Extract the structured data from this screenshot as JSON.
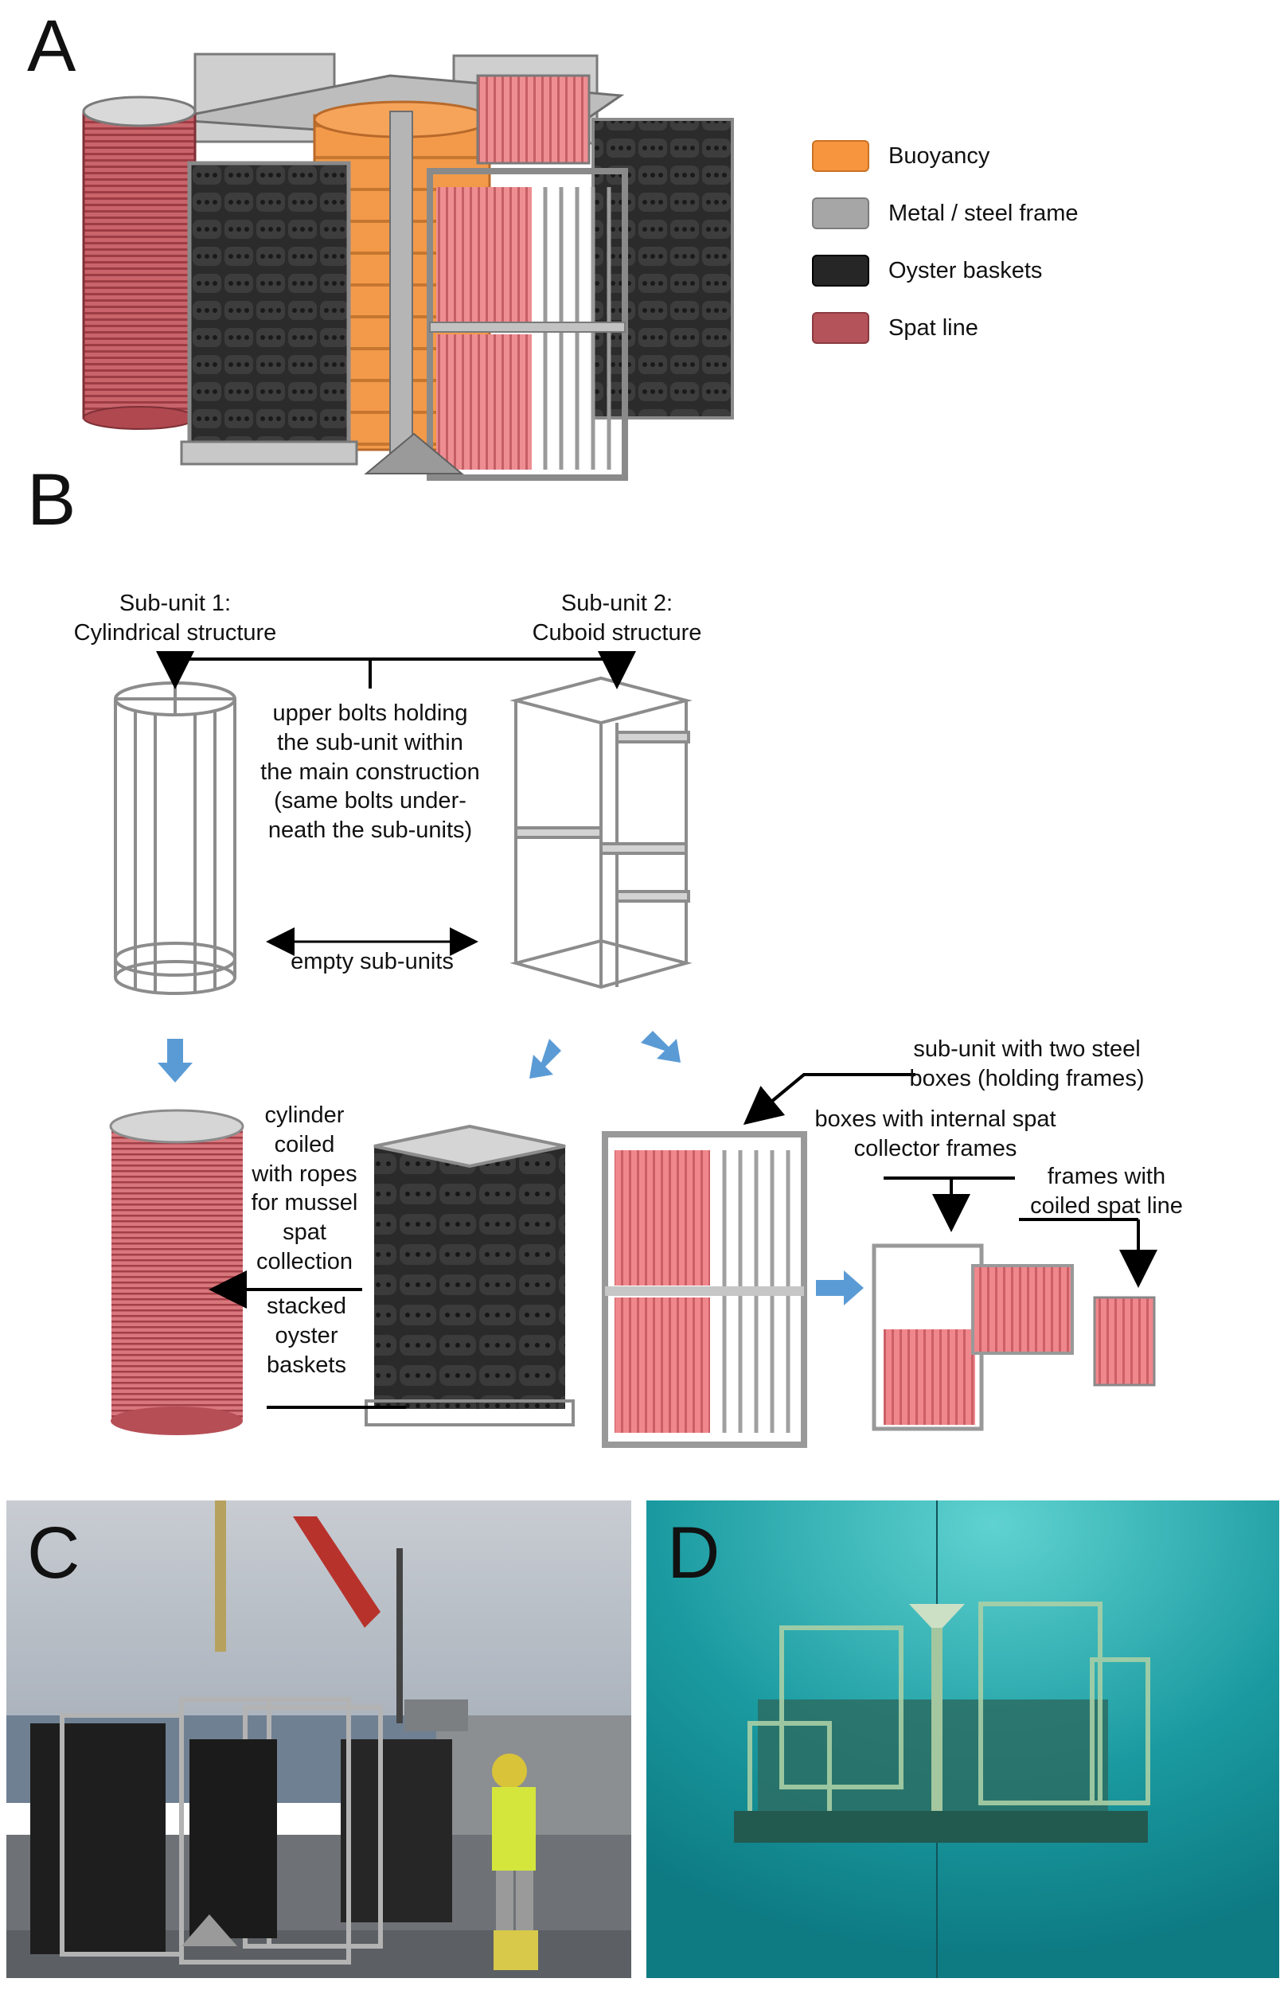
{
  "panels": {
    "a": "A",
    "b": "B",
    "c": "C",
    "d": "D"
  },
  "legend": [
    {
      "label": "Buoyancy",
      "color": "#f7953f"
    },
    {
      "label": "Metal / steel frame",
      "color": "#a6a6a6"
    },
    {
      "label": "Oyster baskets",
      "color": "#262626"
    },
    {
      "label": "Spat line",
      "color": "#b5535a"
    }
  ],
  "diagram_b": {
    "subunit1": "Sub-unit 1:\nCylindrical structure",
    "subunit2": "Sub-unit 2:\nCuboid structure",
    "upper_bolts": "upper bolts holding\nthe sub-unit within\nthe main construction\n(same bolts under-\nneath the sub-units)",
    "empty_subunits": "empty sub-units",
    "steel_boxes": "sub-unit with two steel\nboxes (holding frames)",
    "internal_frames": "boxes with internal spat\ncollector frames",
    "coiled_frames": "frames with\ncoiled spat line",
    "cylinder_ropes": "cylinder\ncoiled\nwith ropes\nfor mussel\nspat\ncollection",
    "stacked_baskets": "stacked\noyster\nbaskets"
  }
}
